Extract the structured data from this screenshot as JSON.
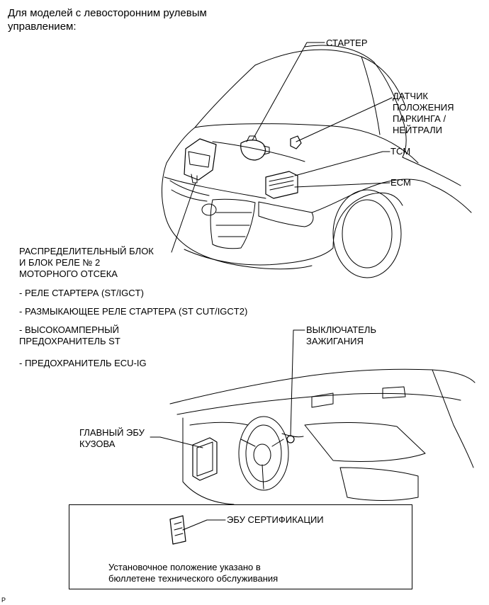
{
  "header": {
    "title": "Для моделей с левосторонним рулевым\nуправлением:"
  },
  "labels": {
    "starter": "СТАРТЕР",
    "park_neutral_sensor": "ДАТЧИК\nПОЛОЖЕНИЯ\nПАРКИНГА /\nНЕЙТРАЛИ",
    "tcm": "TCM",
    "ecm": "ECM",
    "junction_block": "РАСПРЕДЕЛИТЕЛЬНЫЙ БЛОК\nИ БЛОК РЕЛЕ № 2\nМОТОРНОГО ОТСЕКА",
    "ignition_switch": "ВЫКЛЮЧАТЕЛЬ\nЗАЖИГАНИЯ",
    "main_body_ecu": "ГЛАВНЫЙ ЭБУ\nКУЗОВА",
    "certification_ecu": "ЭБУ СЕРТИФИКАЦИИ"
  },
  "junction_items": [
    "- РЕЛЕ СТАРТЕРА (ST/IGCT)",
    "- РАЗМЫКАЮЩЕЕ РЕЛЕ СТАРТЕРА (ST CUT/IGCT2)",
    "- ВЫСОКОАМПЕРНЫЙ\nПРЕДОХРАНИТЕЛЬ ST",
    "- ПРЕДОХРАНИТЕЛЬ ECU-IG"
  ],
  "note": "Установочное положение указано в\nбюллетене технического обслуживания",
  "corner_mark": "P"
}
